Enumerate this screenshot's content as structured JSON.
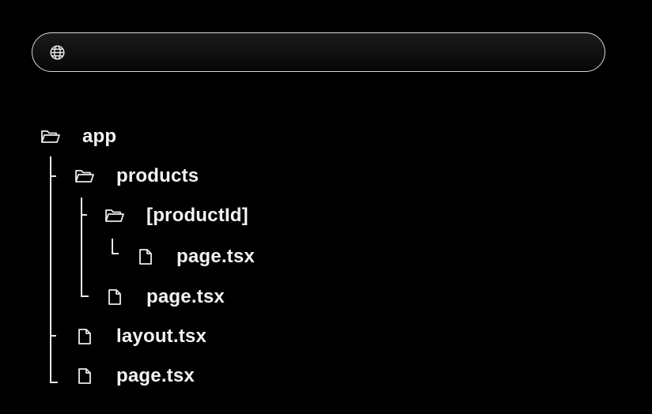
{
  "address_bar": {
    "icon": "globe-icon",
    "url": ""
  },
  "tree": {
    "app": {
      "label": "app",
      "icon": "folder-open-icon"
    },
    "products": {
      "label": "products",
      "icon": "folder-open-icon"
    },
    "product_id": {
      "label": "[productId]",
      "icon": "folder-open-icon"
    },
    "product_id_page": {
      "label": "page.tsx",
      "icon": "file-icon"
    },
    "products_page": {
      "label": "page.tsx",
      "icon": "file-icon"
    },
    "layout": {
      "label": "layout.tsx",
      "icon": "file-icon"
    },
    "app_page": {
      "label": "page.tsx",
      "icon": "file-icon"
    }
  },
  "colors": {
    "background": "#000000",
    "text": "#f2f2f2",
    "lines": "#e8e8e8",
    "bar_border": "#d9d9d9"
  }
}
